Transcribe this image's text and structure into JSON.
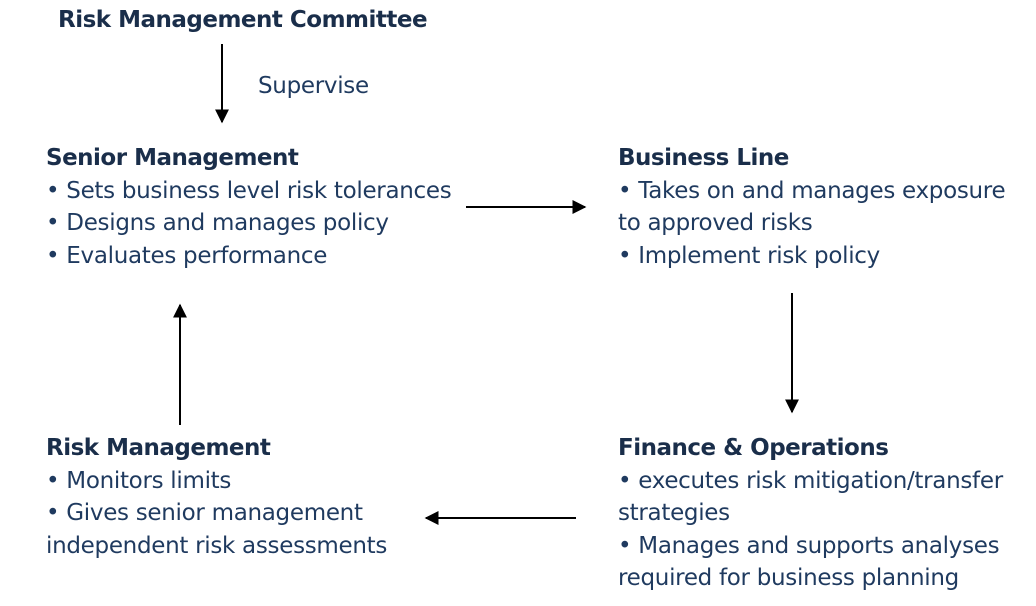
{
  "committee": {
    "title": "Risk Management Committee",
    "edge_label": "Supervise"
  },
  "senior_management": {
    "title": "Senior Management",
    "bullets": [
      "Sets business level risk tolerances",
      "Designs and manages policy",
      "Evaluates performance"
    ]
  },
  "business_line": {
    "title": "Business Line",
    "bullets": [
      "Takes on and manages exposure to approved risks",
      "Implement risk policy"
    ]
  },
  "risk_management": {
    "title": "Risk Management",
    "bullets": [
      "Monitors limits",
      "Gives senior management independent risk assessments"
    ]
  },
  "finance_operations": {
    "title": "Finance & Operations",
    "bullets": [
      "executes risk mitigation/transfer strategies",
      "Manages and supports analyses required for business planning"
    ]
  },
  "colors": {
    "text": "#1f3a5f",
    "title": "#1a2e4a",
    "arrow": "#000000"
  }
}
